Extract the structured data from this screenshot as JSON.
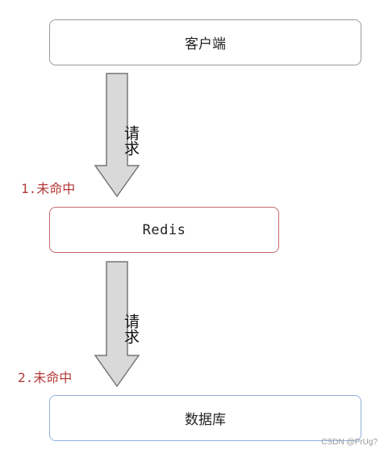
{
  "nodes": {
    "client": "客户端",
    "redis": "Redis",
    "database": "数据库"
  },
  "arrows": [
    {
      "label": "请求",
      "miss_label": "1.未命中"
    },
    {
      "label": "请求",
      "miss_label": "2.未命中"
    }
  ],
  "colors": {
    "client_border": "#9a9a9a",
    "redis_border": "#c56a6a",
    "database_border": "#8fb0db",
    "arrow_fill": "#d9d9d9",
    "arrow_stroke": "#777777",
    "miss_text": "#b53a3a"
  },
  "watermark": "CSDN @PrUg?"
}
